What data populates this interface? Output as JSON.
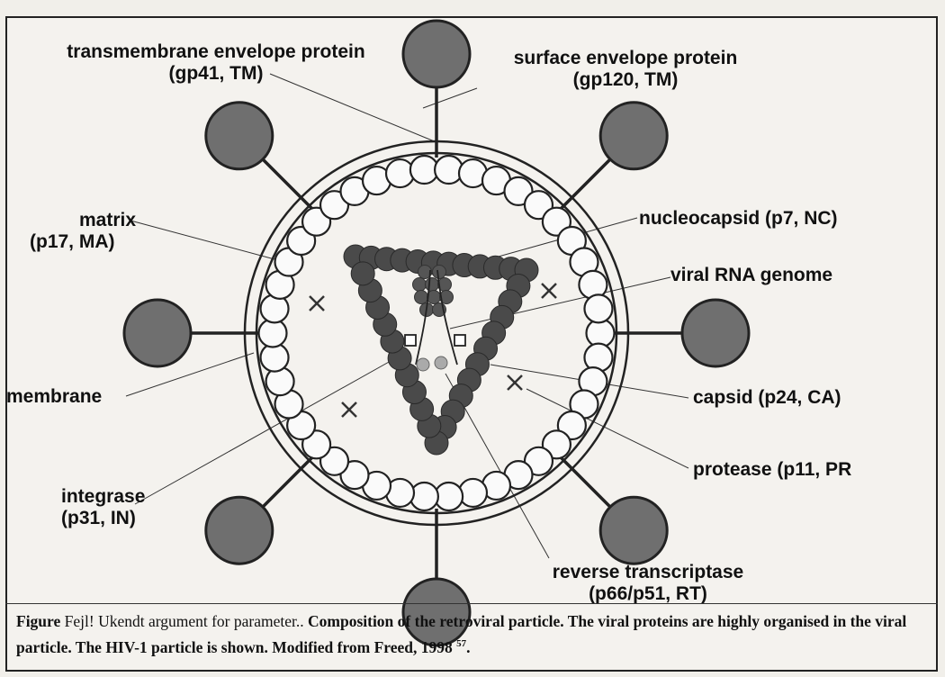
{
  "labels": {
    "tm_envelope": {
      "line1": "transmembrane envelope protein",
      "line2": "(gp41, TM)"
    },
    "su_envelope": {
      "line1": "surface envelope protein",
      "line2": "(gp120, TM)"
    },
    "matrix": {
      "line1": "matrix",
      "line2": "(p17, MA)"
    },
    "membrane": "membrane",
    "integrase": {
      "line1": "integrase",
      "line2": "(p31, IN)"
    },
    "nucleocapsid": "nucleocapsid (p7, NC)",
    "viral_rna": "viral RNA genome",
    "capsid": "capsid (p24, CA)",
    "protease": "protease (p11, PR",
    "reverse_transcriptase": {
      "line1": "reverse transcriptase",
      "line2": "(p66/p51, RT)"
    }
  },
  "caption": {
    "figure_word": "Figure",
    "error_text": " Fejl! Ukendt argument for parameter.. ",
    "bold_text": "Composition of the retroviral particle. The viral proteins are highly organised in the viral particle. The HIV-1 particle is shown. Modified from Freed, 1998 ",
    "ref": "57",
    "end": "."
  },
  "colors": {
    "glycoprotein_fill": "#6f6f6f",
    "capsid_fill": "#4a4a4a",
    "outline": "#222222"
  }
}
